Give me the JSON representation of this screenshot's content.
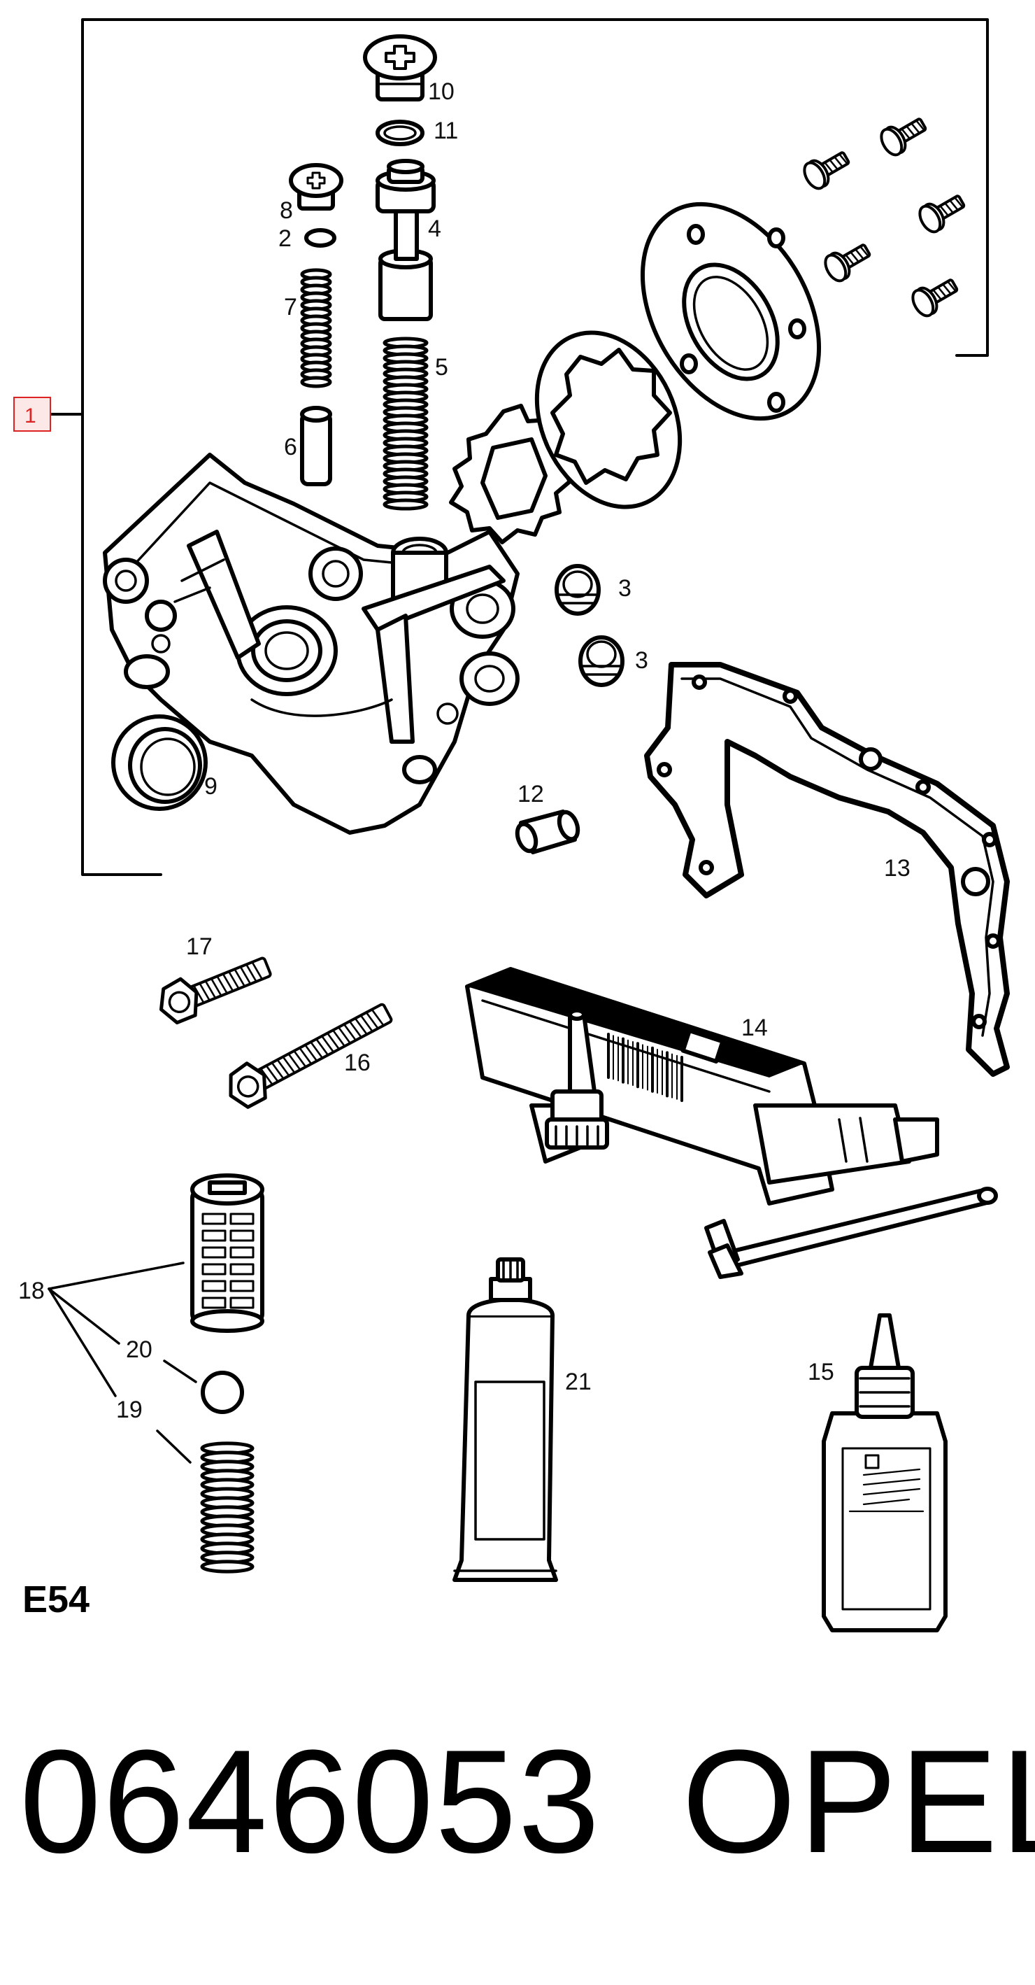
{
  "assembly_box_label": "1",
  "callouts": {
    "c10": "10",
    "c11": "11",
    "c8": "8",
    "c2": "2",
    "c4": "4",
    "c7": "7",
    "c5": "5",
    "c6": "6",
    "c3a": "3",
    "c3b": "3",
    "c9": "9",
    "c12": "12",
    "c13": "13",
    "c17": "17",
    "c16": "16",
    "c14": "14",
    "c18": "18",
    "c20": "20",
    "c19": "19",
    "c21": "21",
    "c15": "15"
  },
  "diagram_code": "E54",
  "part_number": "0646053",
  "brand": "OPEL",
  "colors": {
    "line": "#000000",
    "background": "#ffffff",
    "box_label": "#dd2222"
  }
}
